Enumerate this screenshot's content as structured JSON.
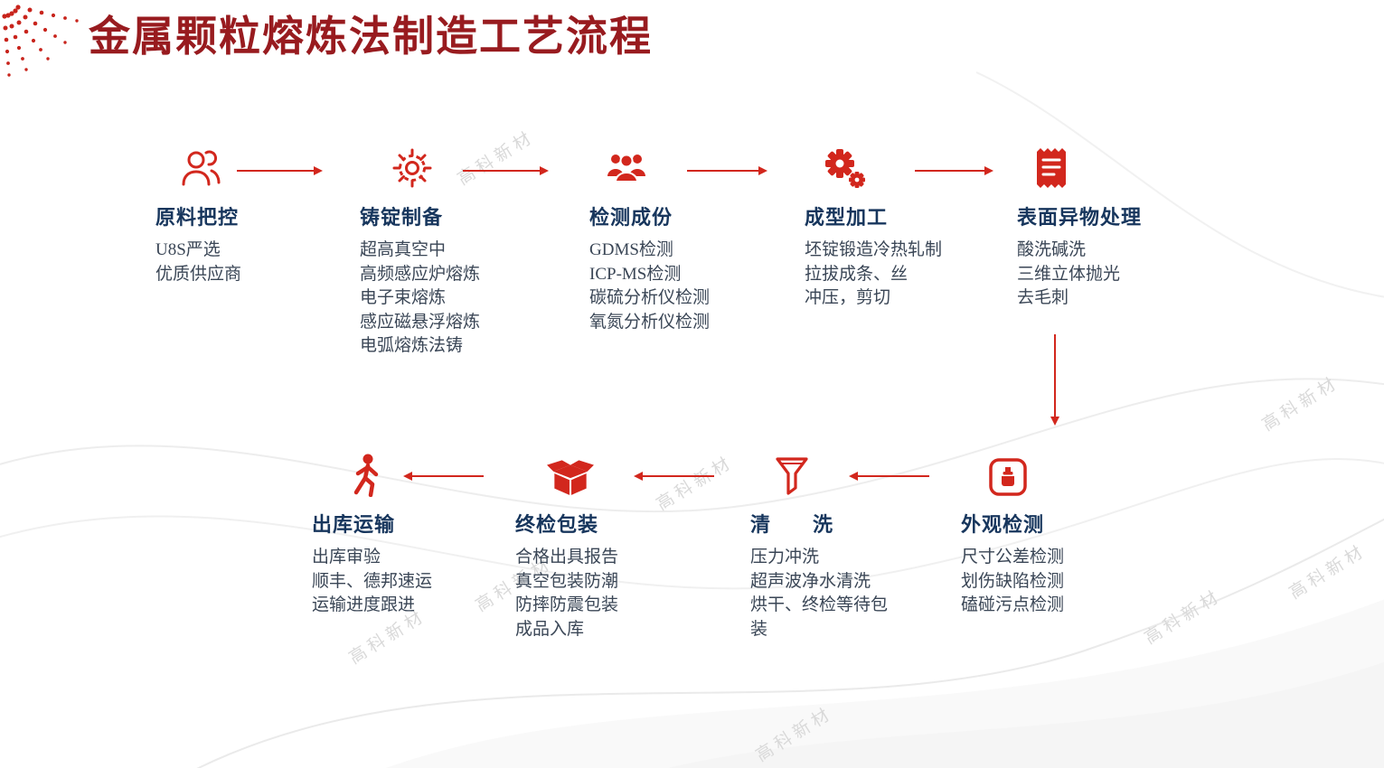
{
  "title": "金属颗粒熔炼法制造工艺流程",
  "watermark": "高科新材",
  "colors": {
    "accent": "#d2271d",
    "title": "#981b1f",
    "step_title": "#17365d",
    "body_text": "#3a4656",
    "watermark": "#d9d9d9"
  },
  "steps_row1": [
    {
      "title": "原料把控",
      "icon": "two-users-icon",
      "items": [
        "U8S严选",
        "优质供应商"
      ]
    },
    {
      "title": "铸锭制备",
      "icon": "gear-dotted-icon",
      "items": [
        "超高真空中",
        "高频感应炉熔炼",
        "电子束熔炼",
        "感应磁悬浮熔炼",
        "电弧熔炼法铸"
      ]
    },
    {
      "title": "检测成份",
      "icon": "team-icon",
      "items": [
        "GDMS检测",
        "ICP-MS检测",
        "碳硫分析仪检测",
        "氧氮分析仪检测"
      ]
    },
    {
      "title": "成型加工",
      "icon": "double-gears-icon",
      "items": [
        "坯锭锻造冷热轧制",
        "拉拔成条、丝",
        "冲压，剪切"
      ]
    },
    {
      "title": "表面异物处理",
      "icon": "receipt-icon",
      "items": [
        "酸洗碱洗",
        "三维立体抛光",
        "去毛刺"
      ]
    }
  ],
  "steps_row2": [
    {
      "title": "出库运输",
      "icon": "walking-person-icon",
      "items": [
        "出库审验",
        "顺丰、德邦速运",
        "运输进度跟进"
      ]
    },
    {
      "title": "终检包装",
      "icon": "open-box-icon",
      "items": [
        "合格出具报告",
        "真空包装防潮",
        "防摔防震包装",
        "成品入库"
      ]
    },
    {
      "title": "清　　洗",
      "icon": "funnel-icon",
      "items": [
        "压力冲洗",
        "超声波净水清洗",
        "烘干、终检等待包装"
      ]
    },
    {
      "title": "外观检测",
      "icon": "inspection-badge-icon",
      "items": [
        "尺寸公差检测",
        "划伤缺陷检测",
        "磕碰污点检测"
      ]
    }
  ]
}
